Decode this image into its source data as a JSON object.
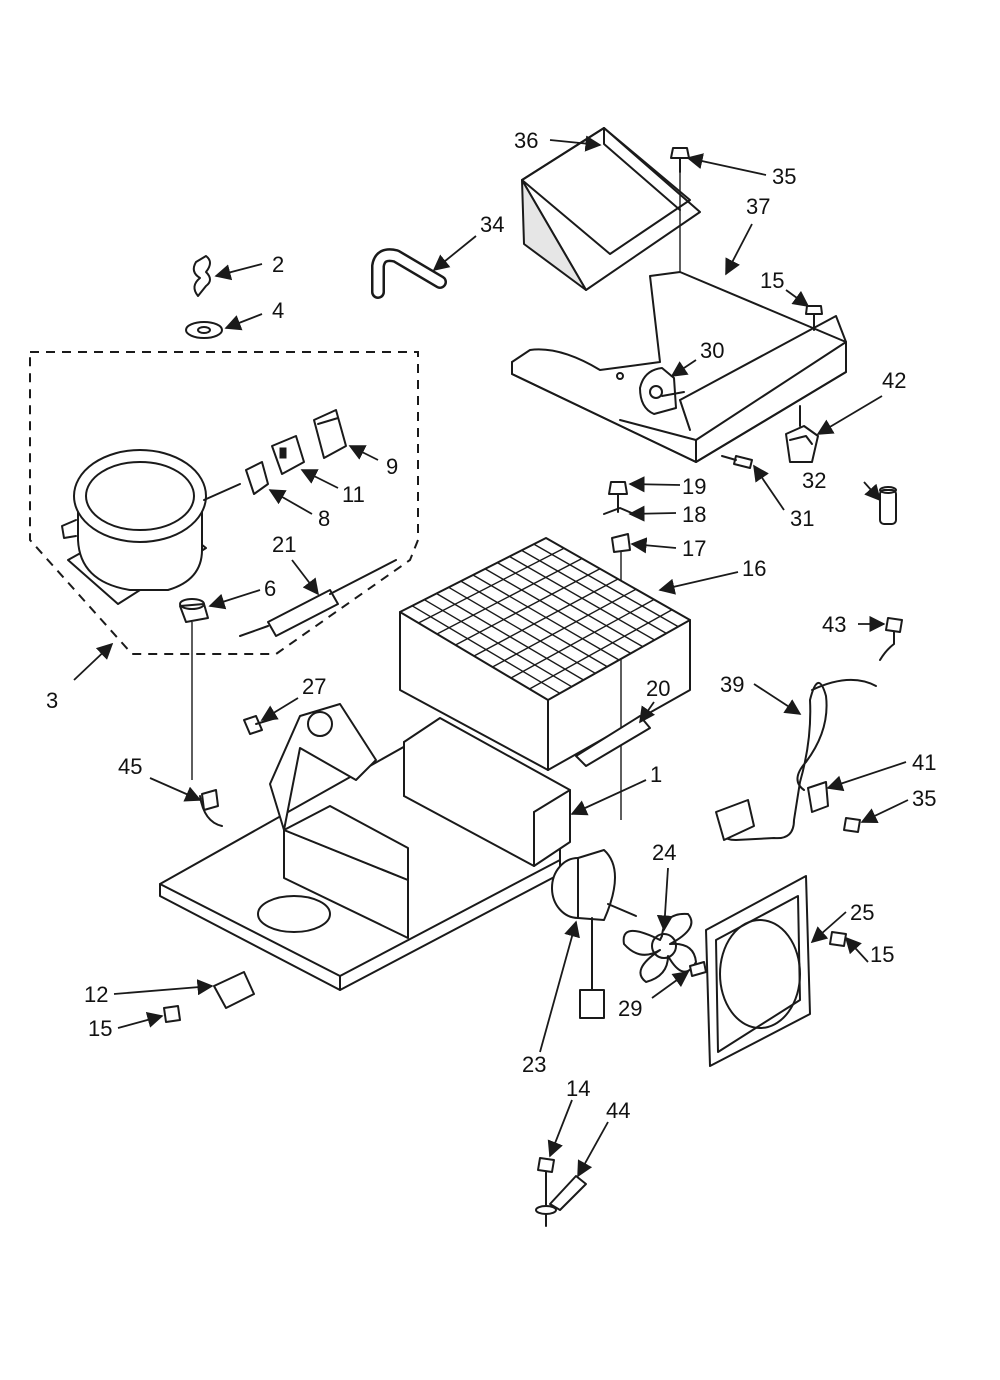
{
  "colors": {
    "line": "#1a1a1a",
    "background": "#ffffff",
    "shade": "#e6e6e6"
  },
  "callouts": [
    {
      "id": "c36a",
      "label": "36"
    },
    {
      "id": "c35a",
      "label": "35"
    },
    {
      "id": "c37",
      "label": "37"
    },
    {
      "id": "c34",
      "label": "34"
    },
    {
      "id": "c2",
      "label": "2"
    },
    {
      "id": "c15a",
      "label": "15"
    },
    {
      "id": "c4",
      "label": "4"
    },
    {
      "id": "c30",
      "label": "30"
    },
    {
      "id": "c42",
      "label": "42"
    },
    {
      "id": "c9",
      "label": "9"
    },
    {
      "id": "c11",
      "label": "11"
    },
    {
      "id": "c8",
      "label": "8"
    },
    {
      "id": "c32",
      "label": "32"
    },
    {
      "id": "c19",
      "label": "19"
    },
    {
      "id": "c31",
      "label": "31"
    },
    {
      "id": "c18",
      "label": "18"
    },
    {
      "id": "c17",
      "label": "17"
    },
    {
      "id": "c21",
      "label": "21"
    },
    {
      "id": "c16",
      "label": "16"
    },
    {
      "id": "c6",
      "label": "6"
    },
    {
      "id": "c43",
      "label": "43"
    },
    {
      "id": "c3",
      "label": "3"
    },
    {
      "id": "c27",
      "label": "27"
    },
    {
      "id": "c20",
      "label": "20"
    },
    {
      "id": "c39",
      "label": "39"
    },
    {
      "id": "c45",
      "label": "45"
    },
    {
      "id": "c1",
      "label": "1"
    },
    {
      "id": "c41",
      "label": "41"
    },
    {
      "id": "c35b",
      "label": "35"
    },
    {
      "id": "c24",
      "label": "24"
    },
    {
      "id": "c25",
      "label": "25"
    },
    {
      "id": "c15b",
      "label": "15"
    },
    {
      "id": "c12",
      "label": "12"
    },
    {
      "id": "c15c",
      "label": "15"
    },
    {
      "id": "c29",
      "label": "29"
    },
    {
      "id": "c23",
      "label": "23"
    },
    {
      "id": "c14",
      "label": "14"
    },
    {
      "id": "c44",
      "label": "44"
    }
  ]
}
